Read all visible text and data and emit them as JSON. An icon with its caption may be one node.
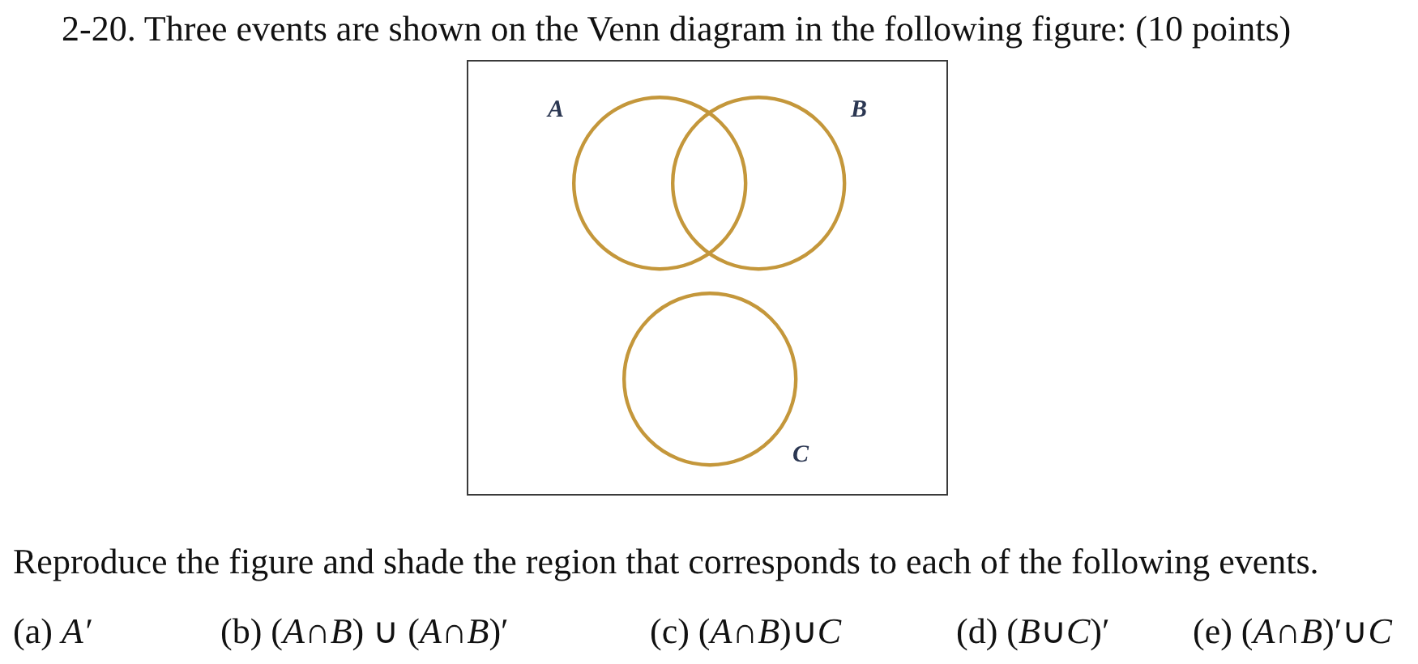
{
  "diagram": {
    "title": "2-20. Three events are shown on the Venn diagram in the following figure: (10 points)",
    "nodes": [
      {
        "text": [],
        "shape": "box"
      },
      {
        "text": [],
        "shape": "circle",
        "beside": [
          "A"
        ],
        "in": 0
      },
      {
        "text": [],
        "shape": "circle",
        "beside": [
          "B"
        ],
        "in": 0
      },
      {
        "text": [],
        "shape": "circle",
        "beside": [
          "C"
        ],
        "in": 0
      }
    ],
    "labels": [
      "Reproduce the figure and shade the region that corresponds to each of the following events.",
      "(a) *A′*",
      "(b) (*A*∩*B*) ∪ (*A*∩*B*)′",
      "(c) (*A*∩*B*)∪*C*",
      "(d) (*B*∪*C*)′",
      "(e) (*A*∩*B*)′∪*C*"
    ]
  }
}
